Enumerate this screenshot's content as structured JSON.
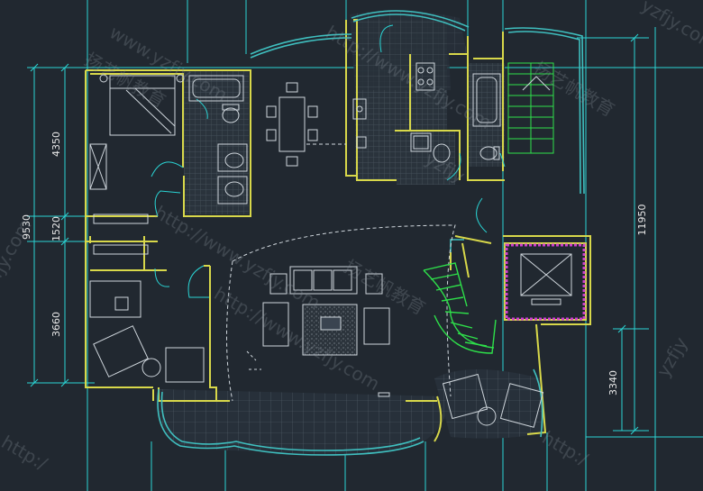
{
  "dimensions": {
    "d_4350": "4350",
    "d_9530": "9530",
    "d_1520": "1520",
    "d_3660": "3660",
    "d_11950": "11950",
    "d_3340": "3340"
  },
  "watermarks": {
    "w1": "www.yzfjy.com",
    "w2": "http://www.yzfjy.com",
    "w3": "扬艺帆教育",
    "w4": "http://www.yzfjy.com",
    "w5": "yzfjy.com",
    "w6": "http://www.yzfjy.com",
    "w7": "扬艺帆教育",
    "w8": "http:/",
    "w9": "yzfjy",
    "w10": "fjy.com",
    "w11": "扬艺帆教育",
    "w12": "http:/",
    "w13": "yzfjy"
  },
  "colors": {
    "background": "#212830",
    "wall": "#d8d84a",
    "cyan": "#2ad4d4",
    "window": "#3fbfbf",
    "fixture": "#cfd6dc",
    "stair": "#2ee04a",
    "elevator": "#d040d0",
    "hatch": "#3a4650"
  }
}
